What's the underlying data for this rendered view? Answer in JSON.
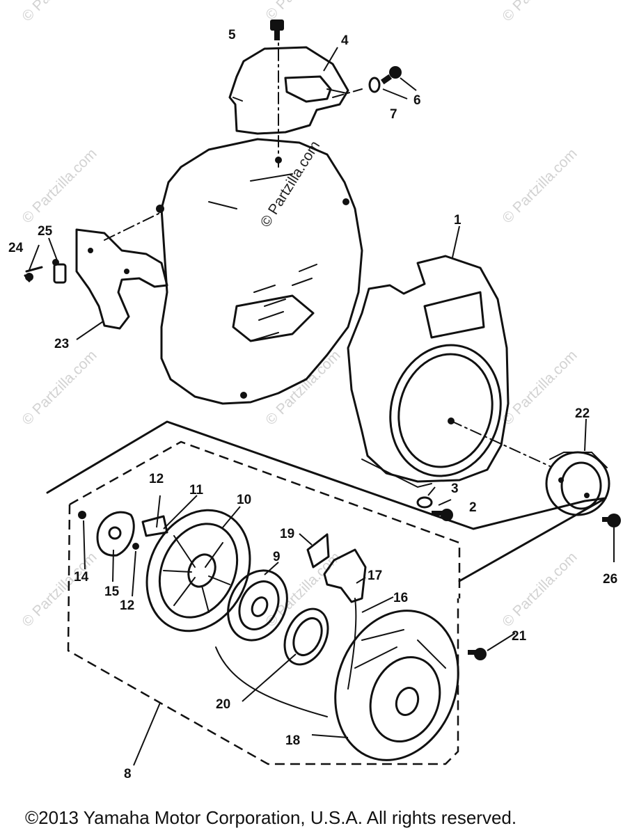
{
  "footer": {
    "copyright": "©2013  Yamaha Motor Corporation, U.S.A. All rights reserved."
  },
  "watermark": {
    "text": "© Partzilla.com"
  },
  "callouts": [
    "1",
    "2",
    "3",
    "4",
    "5",
    "6",
    "7",
    "8",
    "9",
    "10",
    "11",
    "12",
    "12",
    "14",
    "15",
    "16",
    "17",
    "18",
    "19",
    "20",
    "21",
    "22",
    "23",
    "24",
    "25",
    "26"
  ]
}
